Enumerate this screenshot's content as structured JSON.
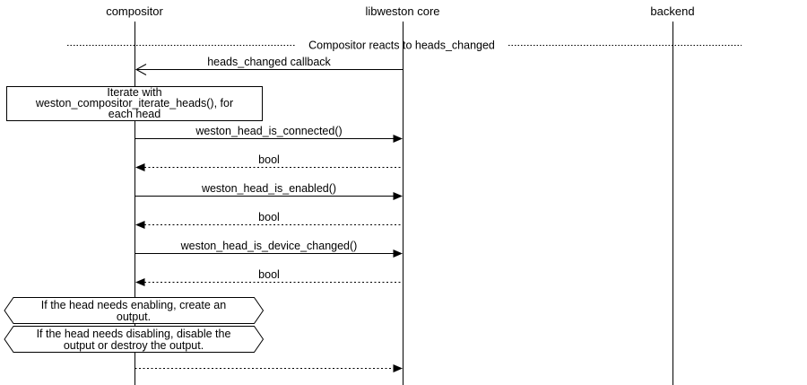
{
  "window": {
    "background": "#ffffff",
    "line_color": "#000000"
  },
  "diagram": {
    "entities": [
      {
        "label": "compositor"
      },
      {
        "label": "libweston core"
      },
      {
        "label": "backend"
      }
    ],
    "divider": {
      "label": "Compositor reacts to heads_changed"
    },
    "messages": [
      {
        "label": "heads_changed callback",
        "from": "libweston core",
        "to": "compositor",
        "line": "solid",
        "arrowhead": "open"
      },
      {
        "label": "weston_head_is_connected()",
        "from": "compositor",
        "to": "libweston core",
        "line": "solid",
        "arrowhead": "filled"
      },
      {
        "label": "bool",
        "from": "libweston core",
        "to": "compositor",
        "line": "dotted",
        "arrowhead": "filled"
      },
      {
        "label": "weston_head_is_enabled()",
        "from": "compositor",
        "to": "libweston core",
        "line": "solid",
        "arrowhead": "filled"
      },
      {
        "label": "bool",
        "from": "libweston core",
        "to": "compositor",
        "line": "dotted",
        "arrowhead": "filled"
      },
      {
        "label": "weston_head_is_device_changed()",
        "from": "compositor",
        "to": "libweston core",
        "line": "solid",
        "arrowhead": "filled"
      },
      {
        "label": "bool",
        "from": "libweston core",
        "to": "compositor",
        "line": "dotted",
        "arrowhead": "filled"
      },
      {
        "label": "",
        "from": "compositor",
        "to": "libweston core",
        "line": "dotted",
        "arrowhead": "filled"
      }
    ],
    "notes": {
      "iterate": {
        "line1": "Iterate with",
        "line2": "weston_compositor_iterate_heads(), for",
        "line3": "each head"
      },
      "enable": {
        "line1": "If the head needs enabling, create an",
        "line2": "output."
      },
      "disable": {
        "line1": "If the head needs disabling, disable the",
        "line2": "output or destroy the output."
      }
    }
  }
}
